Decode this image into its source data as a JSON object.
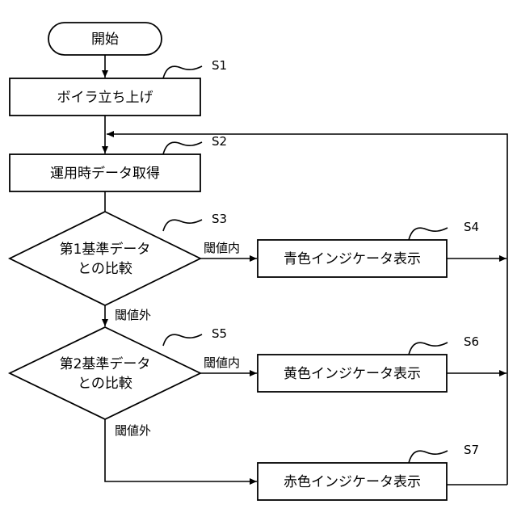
{
  "flowchart": {
    "start": "開始",
    "boiler_startup": "ボイラ立ち上げ",
    "acquire_data": "運用時データ取得",
    "compare1_line1": "第1基準データ",
    "compare1_line2": "との比較",
    "compare2_line1": "第2基準データ",
    "compare2_line2": "との比較",
    "blue_indicator": "青色インジケータ表示",
    "yellow_indicator": "黄色インジケータ表示",
    "red_indicator": "赤色インジケータ表示",
    "within_threshold_1": "閾値内",
    "outside_threshold_1": "閾値外",
    "within_threshold_2": "閾値内",
    "outside_threshold_2": "閾値外"
  },
  "step_labels": {
    "s1": "S1",
    "s2": "S2",
    "s3": "S3",
    "s4": "S4",
    "s5": "S5",
    "s6": "S6",
    "s7": "S7"
  }
}
